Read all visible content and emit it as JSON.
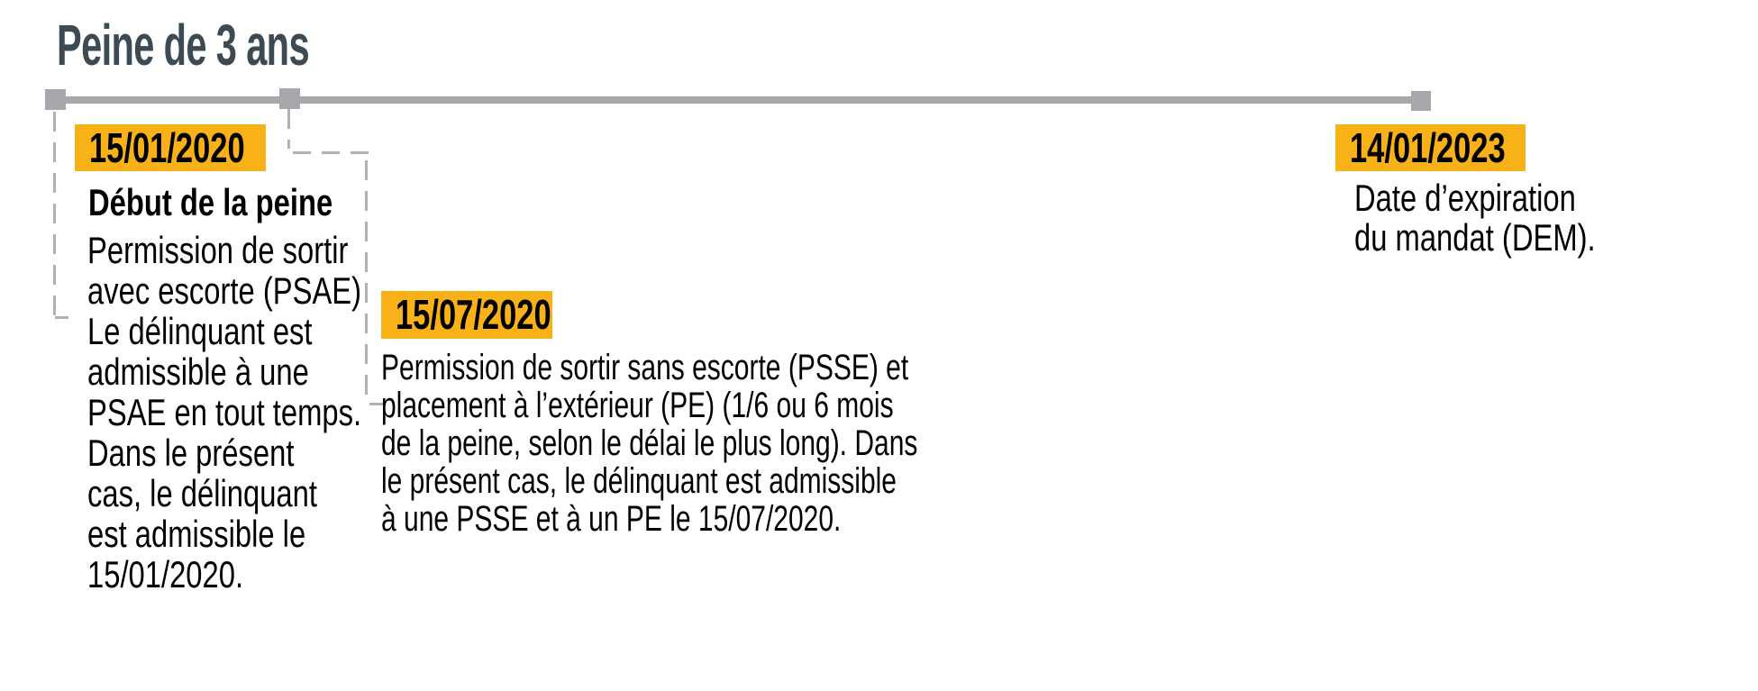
{
  "title": "Peine de 3 ans",
  "colors": {
    "accent_orange": "#F9B118",
    "title_color": "#3B4A53",
    "timeline_gray": "#A6A8AB",
    "dash_gray": "#AFB1B4",
    "text_color": "#000000",
    "background": "#FFFFFF"
  },
  "timeline": {
    "events": [
      {
        "date": "15/01/2020",
        "heading": "Début de la peine",
        "body": "Permission de sortir\navec escorte (PSAE)\nLe délinquant est\nadmissible à une\nPSAE en tout temps.\nDans le présent\ncas, le délinquant\nest admissible le\n15/01/2020."
      },
      {
        "date": "15/07/2020",
        "heading": "",
        "body": "Permission de sortir sans escorte (PSSE) et\nplacement à l’extérieur (PE) (1/6 ou 6 mois\nde la peine, selon le délai le plus long). Dans\nle présent cas, le délinquant est admissible\nà une PSSE et à un PE le 15/07/2020."
      },
      {
        "date": "14/01/2023",
        "heading": "",
        "body": "Date d’expiration\ndu mandat (DEM)."
      }
    ]
  }
}
